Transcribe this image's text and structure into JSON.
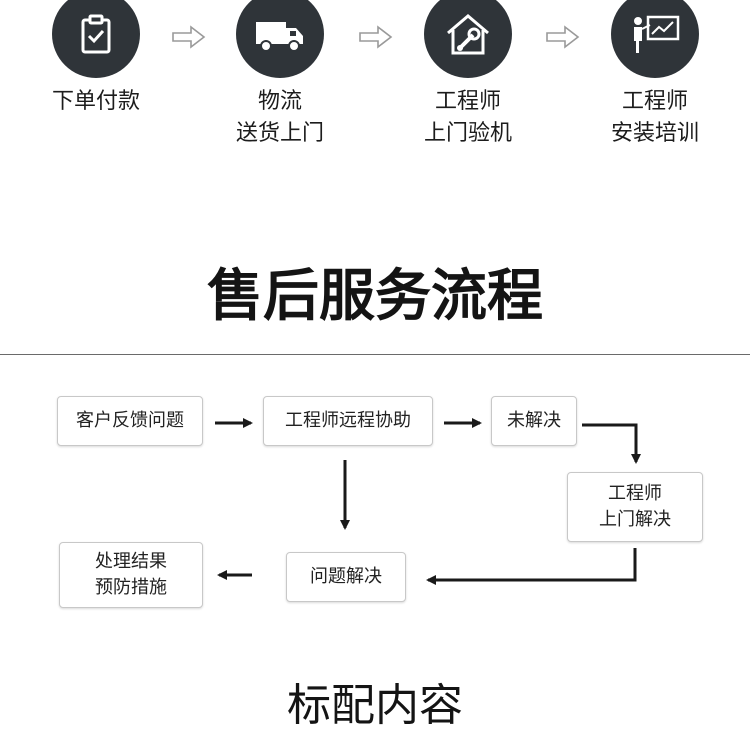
{
  "process_steps": [
    {
      "icon": "clipboard-check-icon",
      "label": "下单付款"
    },
    {
      "icon": "delivery-truck-icon",
      "label": "物流\n送货上门"
    },
    {
      "icon": "house-wrench-icon",
      "label": "工程师\n上门验机"
    },
    {
      "icon": "presentation-trainer-icon",
      "label": "工程师\n安装培训"
    }
  ],
  "after_sales": {
    "title": "售后服务流程",
    "nodes": {
      "feedback": "客户反馈问题",
      "remote_assist": "工程师远程协助",
      "unresolved": "未解决",
      "onsite": "工程师\n上门解决",
      "solved": "问题解决",
      "followup": "处理结果\n预防措施"
    }
  },
  "package_contents": {
    "title": "标配内容"
  }
}
